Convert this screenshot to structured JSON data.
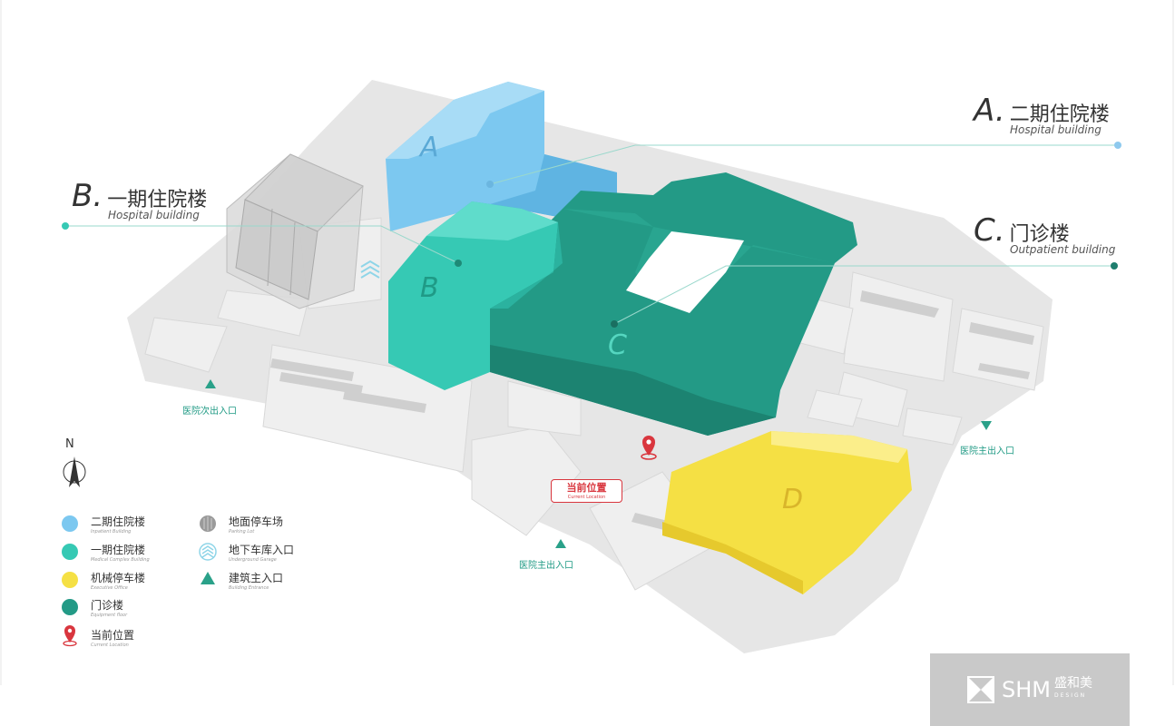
{
  "colors": {
    "inpatient_2": "#7cc8f0",
    "inpatient_1": "#36c9b4",
    "outpatient": "#239a86",
    "parking": "#f5e044",
    "ground": "#e3e3e3",
    "accent_red": "#d9363e",
    "gate_teal": "#2aa189"
  },
  "callouts": {
    "a": {
      "letter": "A.",
      "cn": "二期住院楼",
      "en": "Hospital building"
    },
    "b": {
      "letter": "B.",
      "cn": "一期住院楼",
      "en": "Hospital building"
    },
    "c": {
      "letter": "C.",
      "cn": "门诊楼",
      "en": "Outpatient building"
    }
  },
  "building_letters": {
    "a": "A",
    "b": "B",
    "c": "C",
    "d": "D"
  },
  "gates": {
    "secondary": "医院次出入口",
    "main_right": "医院主出入口",
    "main_bottom": "医院主出入口"
  },
  "current_location": {
    "cn": "当前位置",
    "en": "Current Location"
  },
  "north": "N",
  "legend": [
    {
      "cn": "二期住院楼",
      "en": "Inpatient Building",
      "icon": "blue-dot"
    },
    {
      "cn": "一期住院楼",
      "en": "Medical Complex Building",
      "icon": "teal-dot"
    },
    {
      "cn": "机械停车楼",
      "en": "Executive Office",
      "icon": "yellow-dot"
    },
    {
      "cn": "门诊楼",
      "en": "Equipment floor",
      "icon": "dark-teal-dot"
    },
    {
      "cn": "当前位置",
      "en": "Current Location",
      "icon": "location-pin-icon"
    },
    {
      "cn": "地面停车场",
      "en": "Parking Lot",
      "icon": "parking-icon"
    },
    {
      "cn": "地下车库入口",
      "en": "Underground Garage",
      "icon": "garage-entrance-icon"
    },
    {
      "cn": "建筑主入口",
      "en": "Building Entrance",
      "icon": "entrance-triangle-icon"
    }
  ],
  "logo": {
    "name": "SHM",
    "cn": "盛和美",
    "sub": "DESIGN"
  }
}
